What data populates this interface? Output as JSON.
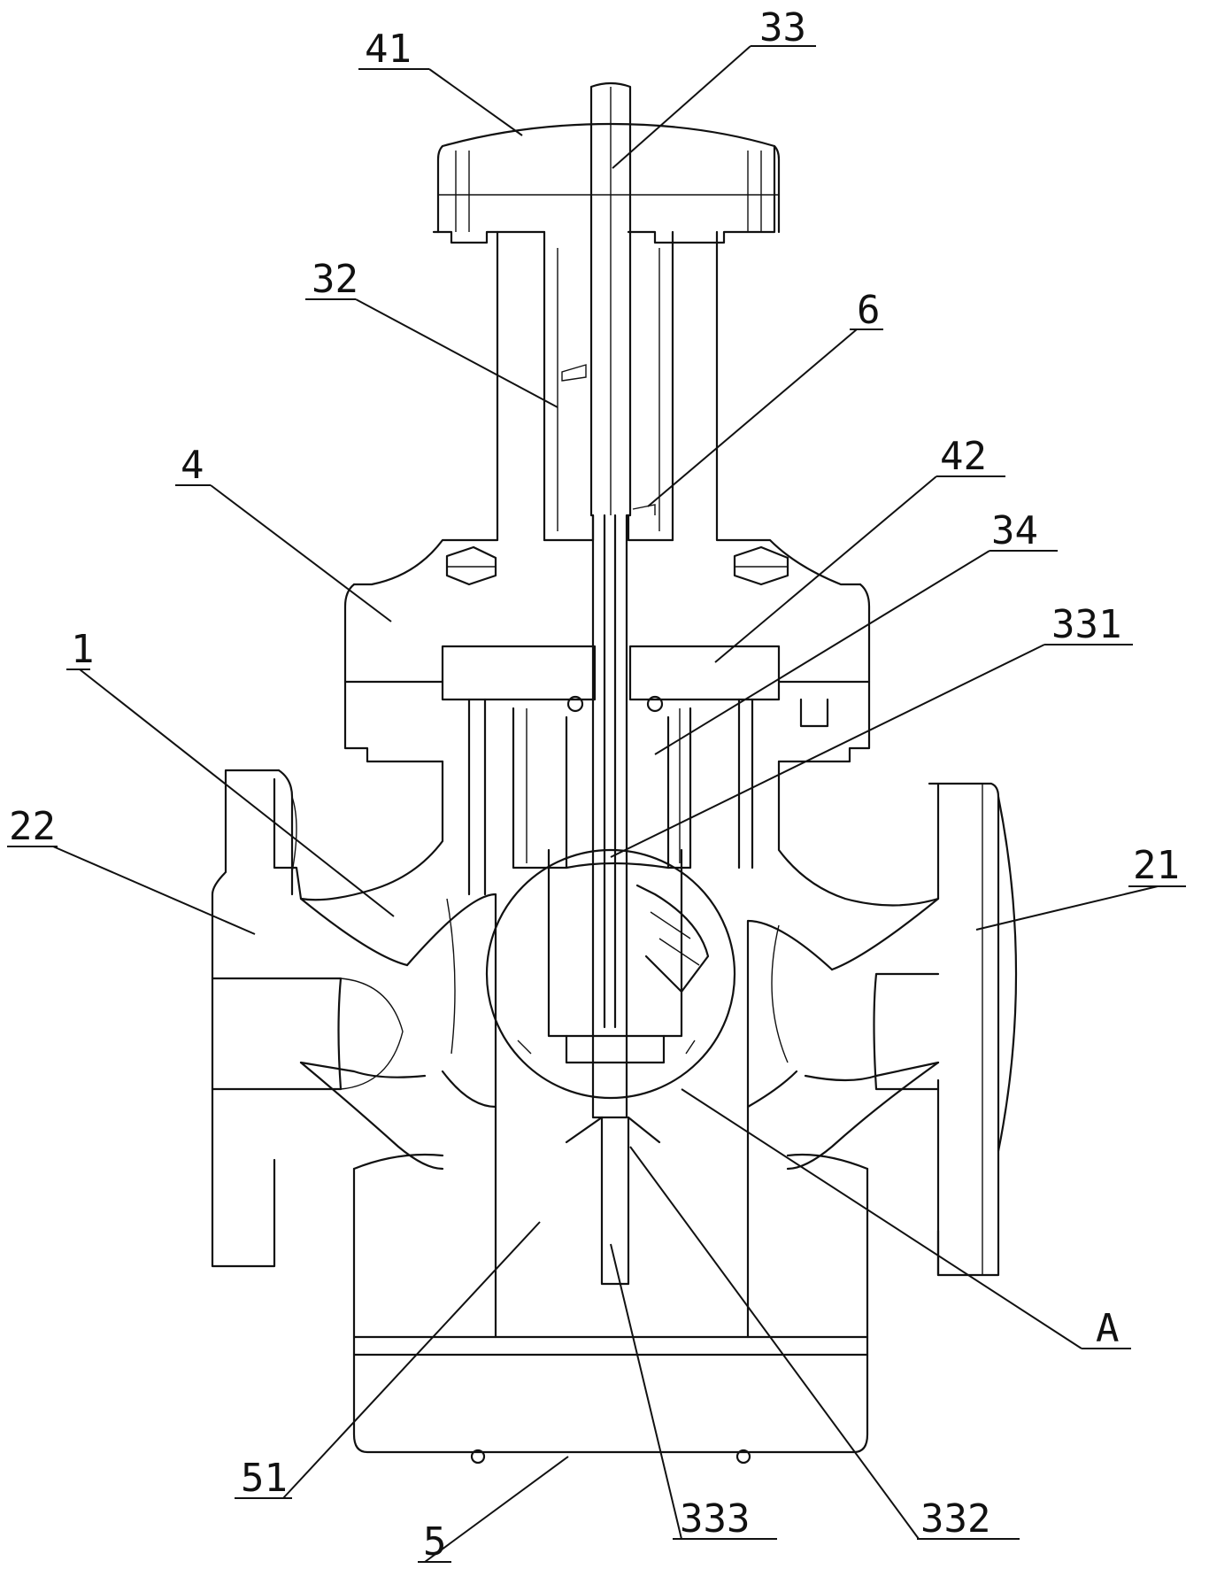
{
  "labels": {
    "l41": "41",
    "l33": "33",
    "l32": "32",
    "l6": "6",
    "l4": "4",
    "l42": "42",
    "l34": "34",
    "l331": "331",
    "l1": "1",
    "l22": "22",
    "l21": "21",
    "lA": "A",
    "l51": "51",
    "l5": "5",
    "l333": "333",
    "l332": "332"
  }
}
